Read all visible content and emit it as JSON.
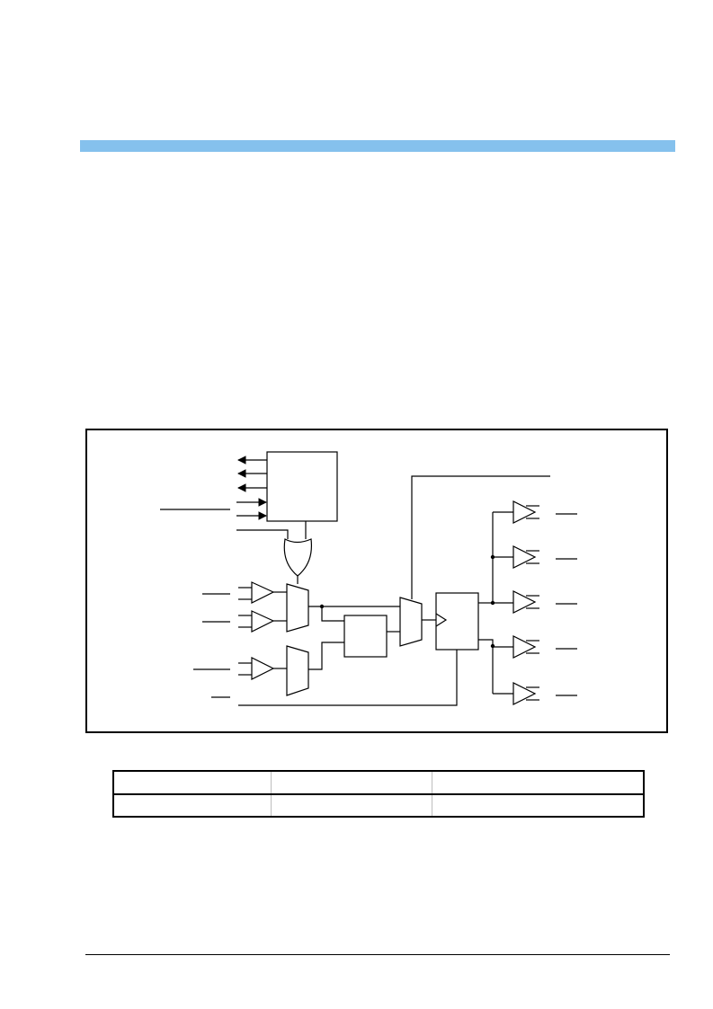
{
  "colors": {
    "title_bar": "#85c1ed",
    "line": "#000000",
    "cell_divider": "#bdbdbd"
  },
  "diagram": {
    "left_arrows": [
      "arrow-out",
      "arrow-out",
      "arrow-out",
      "arrow-in",
      "arrow-in"
    ],
    "input_buffers": 3,
    "output_buffers": 5,
    "blocks": [
      "control-block",
      "or-gate",
      "mux-upper",
      "mux-lower",
      "mid-block",
      "mux-right",
      "flip-flop"
    ]
  },
  "table": {
    "columns": 3,
    "rows": 2
  }
}
